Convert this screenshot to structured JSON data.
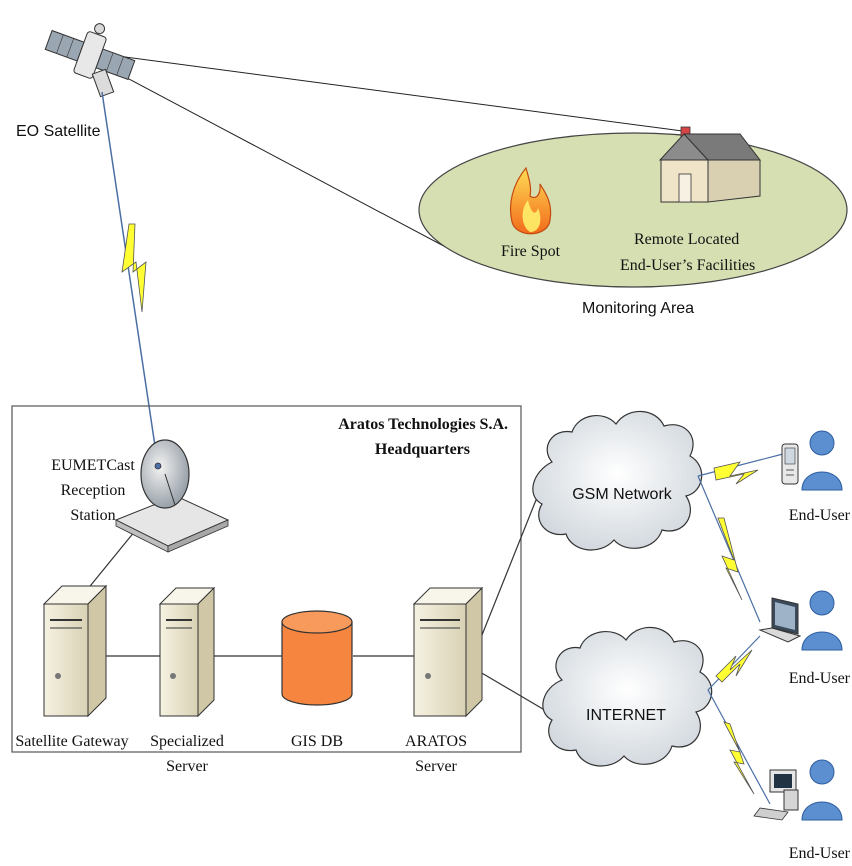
{
  "labels": {
    "eo_satellite": "EO Satellite",
    "fire_spot": "Fire Spot",
    "facilities_line1": "Remote Located",
    "facilities_line2": "End-User’s Facilities",
    "monitoring_area": "Monitoring Area",
    "hq_line1": "Aratos Technologies S.A.",
    "hq_line2": "Headquarters",
    "reception_line1": "EUMETCast",
    "reception_line2": "Reception",
    "reception_line3": "Station",
    "satellite_gateway": "Satellite Gateway",
    "specialized_line1": "Specialized",
    "specialized_line2": "Server",
    "gis_db": "GIS DB",
    "aratos_line1": "ARATOS",
    "aratos_line2": "Server",
    "gsm_network": "GSM Network",
    "internet": "INTERNET",
    "end_user_1": "End-User",
    "end_user_2": "End-User",
    "end_user_3": "End-User"
  },
  "colors": {
    "monitoring_area_fill": "#d5dfb2",
    "gis_db_fill": "#f5853f",
    "lightning_fill": "#ffff33",
    "user_fill": "#5b8fd0",
    "server_fill": "#ece6cf"
  }
}
